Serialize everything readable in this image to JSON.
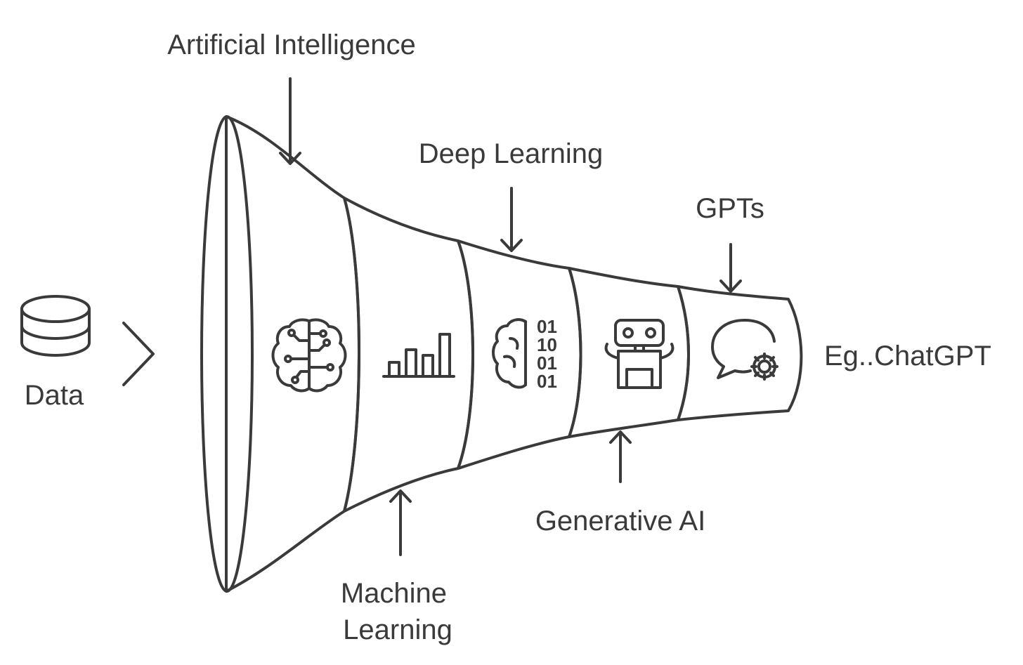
{
  "input": {
    "label": "Data",
    "icon": "database-icon"
  },
  "stages": [
    {
      "label": "Artificial Intelligence",
      "color": "#f9b577",
      "icon": "brain-circuit-icon"
    },
    {
      "label": "Machine Learning",
      "label_lines": [
        "Machine",
        "Learning"
      ],
      "color": "#6dd8fb",
      "icon": "bar-chart-icon"
    },
    {
      "label": "Deep Learning",
      "color": "#86e8b9",
      "icon": "brain-binary-icon"
    },
    {
      "label": "Generative AI",
      "color": "#c6e97c",
      "icon": "robot-icon"
    },
    {
      "label": "GPTs",
      "color": "#fbf071",
      "icon": "chat-gear-icon"
    }
  ],
  "output": {
    "label": "Eg..ChatGPT"
  },
  "colors": {
    "stroke": "#3a3a3a",
    "text": "#3a3a3a",
    "background": "#ffffff"
  }
}
